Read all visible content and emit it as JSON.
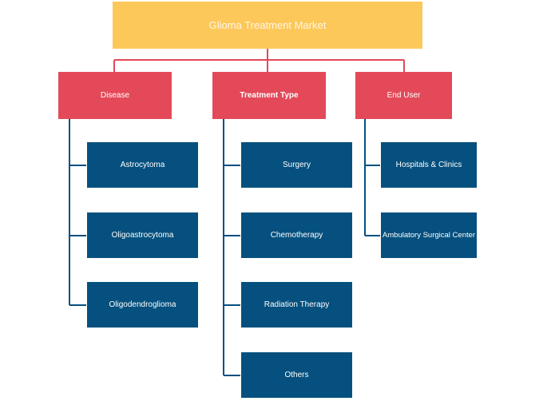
{
  "colors": {
    "root_fill": "#fdc85a",
    "category_fill": "#e34959",
    "item_fill": "#05507e",
    "root_connector": "#e34959",
    "item_connector": "#05507e"
  },
  "root": {
    "label": "Glioma Treatment Market"
  },
  "categories": [
    {
      "label": "Disease",
      "items": [
        "Astrocytoma",
        "Oligoastrocytoma",
        "Oligodendroglioma"
      ]
    },
    {
      "label": "Treatment Type",
      "items": [
        "Surgery",
        "Chemotherapy",
        "Radiation Therapy",
        "Others"
      ]
    },
    {
      "label": "End User",
      "items": [
        "Hospitals & Clinics",
        "Ambulatory Surgical Center"
      ]
    }
  ]
}
